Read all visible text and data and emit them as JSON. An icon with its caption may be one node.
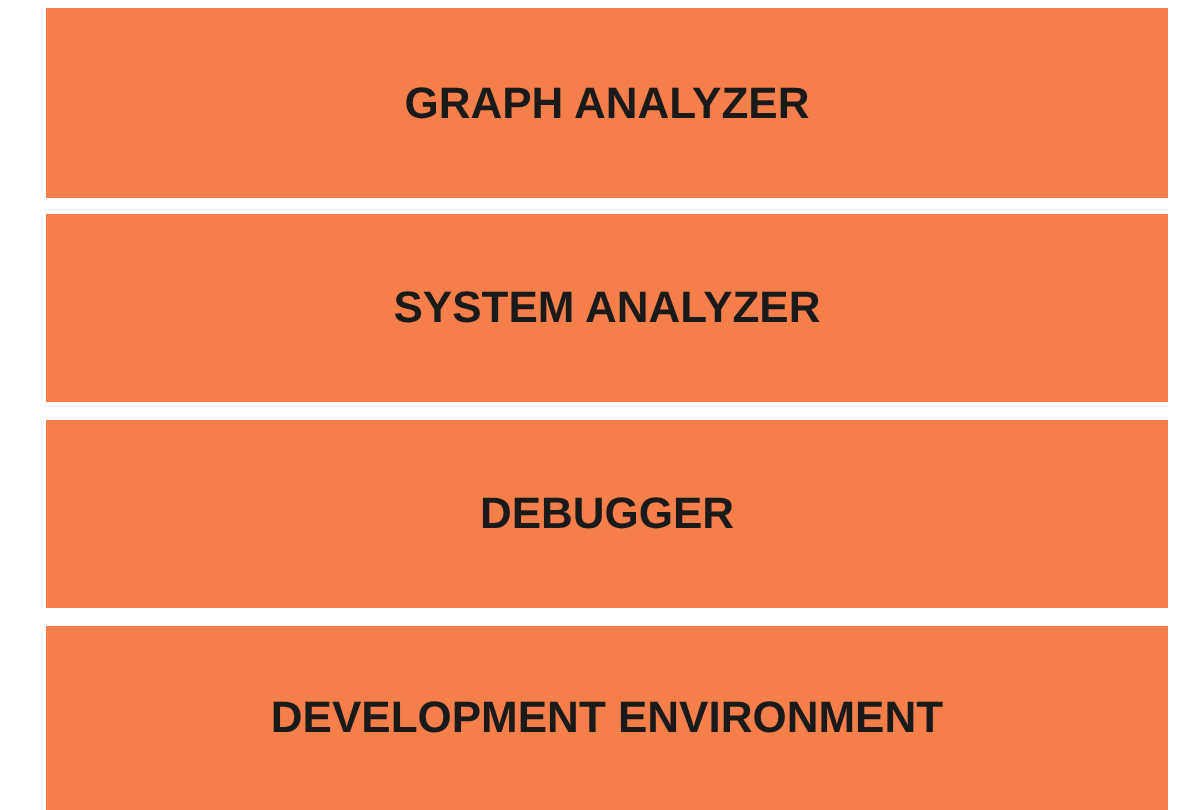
{
  "diagram": {
    "nodes": [
      {
        "text": [
          "GRAPH ANALYZER"
        ]
      },
      {
        "text": [
          "SYSTEM ANALYZER"
        ]
      },
      {
        "text": [
          "DEBUGGER"
        ]
      },
      {
        "text": [
          "DEVELOPMENT ENVIRONMENT"
        ]
      }
    ]
  }
}
